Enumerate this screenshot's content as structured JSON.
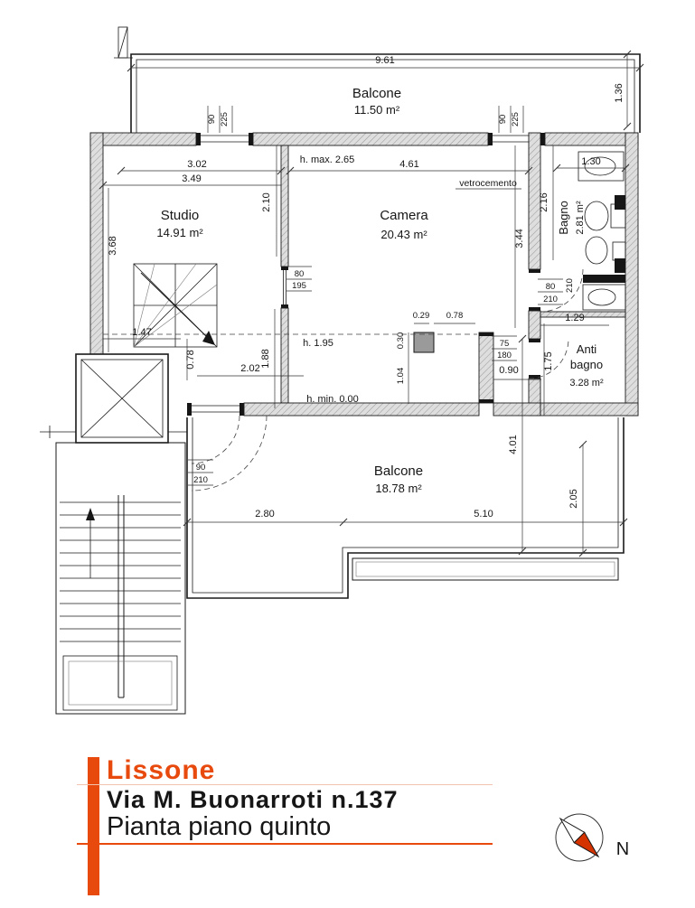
{
  "title_block": {
    "city": "Lissone",
    "address": "Via M. Buonarroti n.137",
    "plan": "Pianta piano quinto"
  },
  "compass": {
    "north_label": "N"
  },
  "rooms": {
    "balcone_top": {
      "name": "Balcone",
      "area": "11.50 m²"
    },
    "studio": {
      "name": "Studio",
      "area": "14.91 m²"
    },
    "camera": {
      "name": "Camera",
      "area": "20.43 m²"
    },
    "bagno": {
      "name": "Bagno",
      "area": "2.81 m²"
    },
    "antibagno": {
      "name_line1": "Anti",
      "name_line2": "bagno",
      "area": "3.28 m²"
    },
    "balcone_bottom": {
      "name": "Balcone",
      "area": "18.78 m²"
    }
  },
  "annotations": {
    "h_max": "h. max. 2.65",
    "h_mid": "h. 1.95",
    "h_min": "h. min. 0.00",
    "vetrocemento": "vetrocemento"
  },
  "dimensions": {
    "top_balcony_width": "9.61",
    "top_balcony_depth": "1.36",
    "studio_w_inner": "3.02",
    "studio_w": "3.49",
    "camera_w": "4.61",
    "bagno_top": "1.30",
    "studio_h": "3.68",
    "partition_h": "2.10",
    "camera_h": "3.44",
    "bagno_w": "2.16",
    "stair_w": "1.47",
    "stair_d": "0.78",
    "nook_w": "2.02",
    "nook_h": "1.88",
    "pillar_off": "0.29",
    "pillar_gap": "0.78",
    "pillar_w": "0.30",
    "pillar_h": "1.04",
    "pass_w": "0.90",
    "anti_w": "1.29",
    "anti_h": "1.75",
    "balcony_depth": "4.01",
    "balcony_right": "2.05",
    "balcony_w1": "2.80",
    "balcony_w2": "5.10"
  },
  "door_labels": {
    "d75": "75",
    "d80": "80",
    "d90": "90",
    "d180": "180",
    "d195": "195",
    "d210": "210",
    "d225": "225"
  }
}
